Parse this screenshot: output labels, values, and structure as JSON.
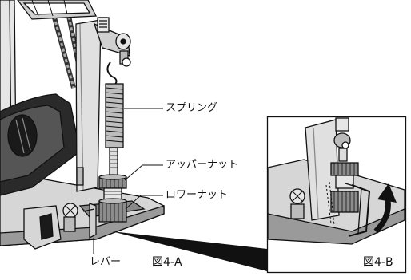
{
  "callouts": {
    "spring": "スプリング",
    "upper_nut": "アッパーナット",
    "lower_nut": "ロワーナット",
    "lever": "レバー"
  },
  "figures": {
    "main_label": "図4-A",
    "inset_label": "図4-B"
  },
  "colors": {
    "line": "#111111",
    "fill_dark": "#1a1a1a",
    "fill_mid": "#8c8c8c",
    "fill_light": "#d6d6d6",
    "spring_body": "#bdbdbd"
  }
}
